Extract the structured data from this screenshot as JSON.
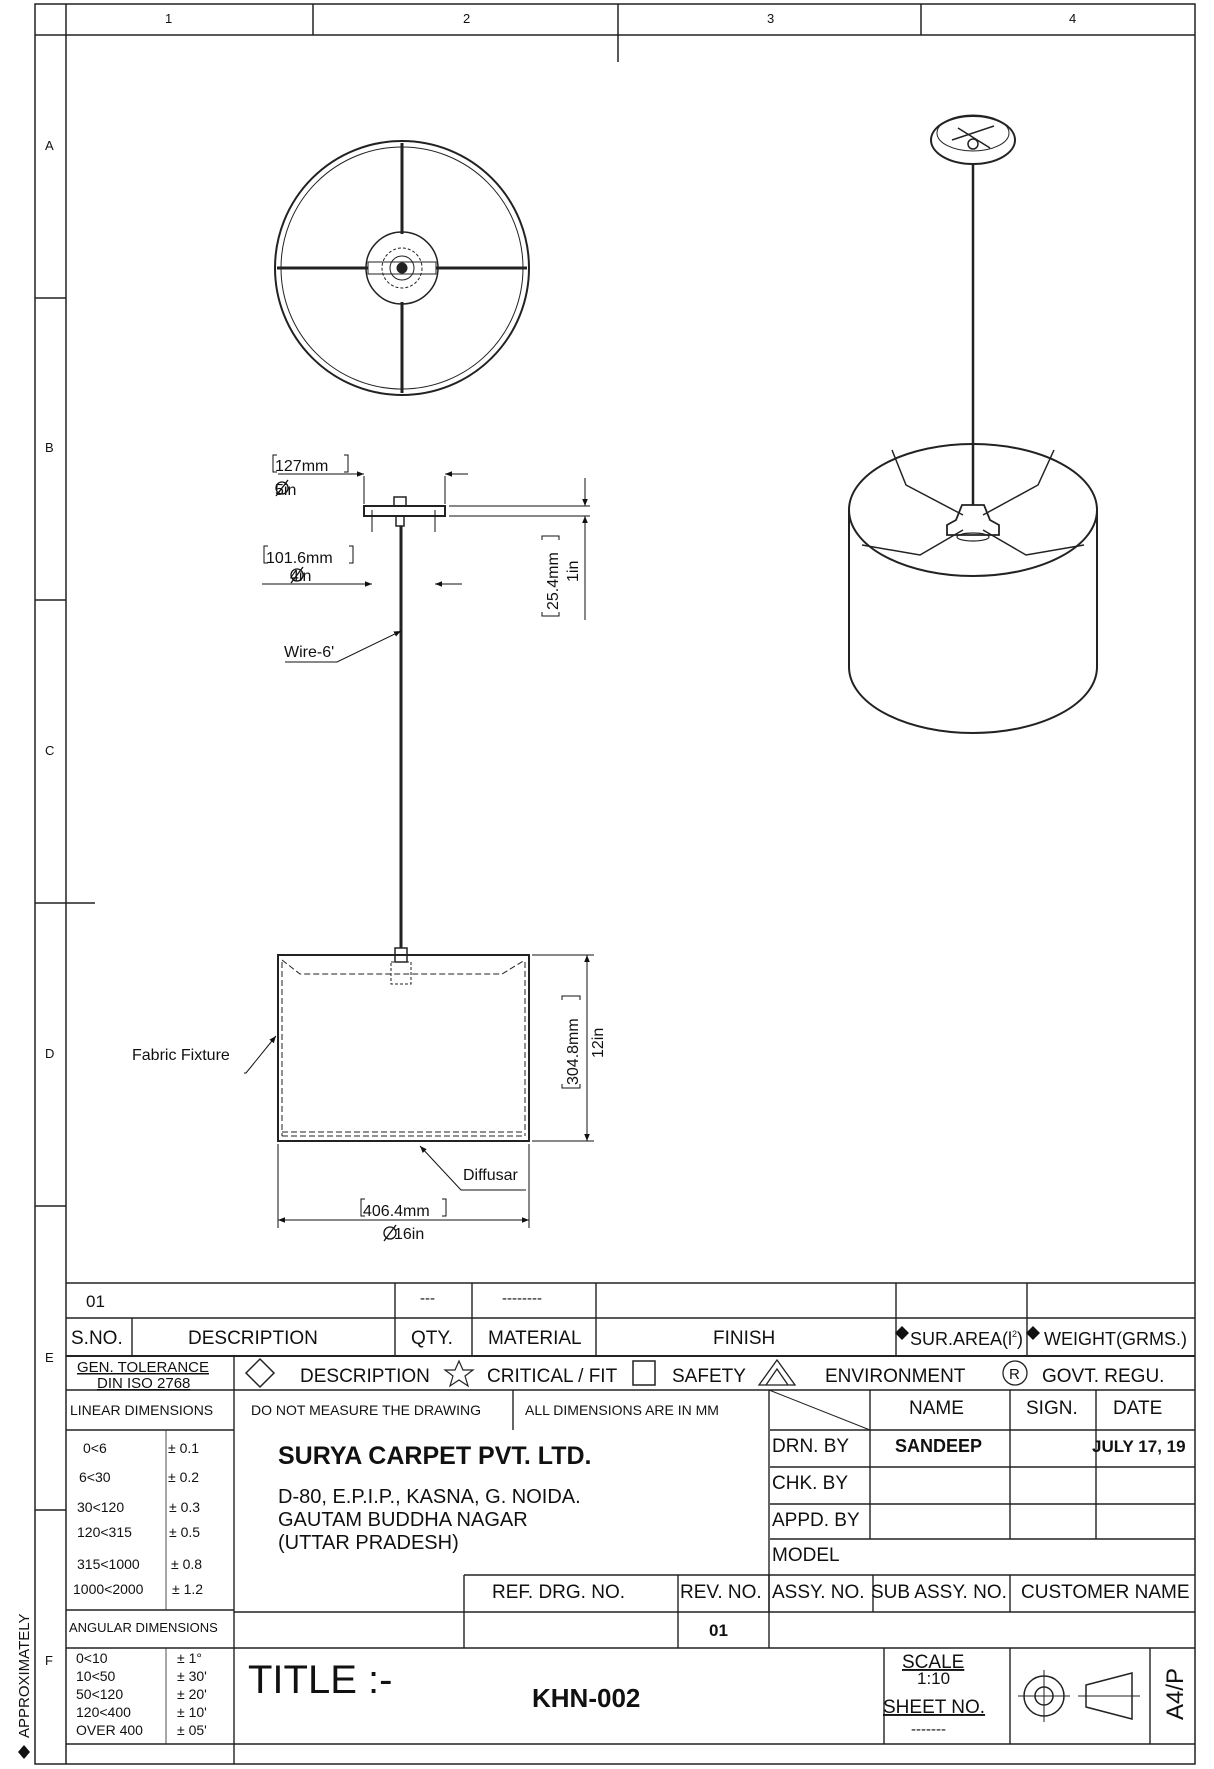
{
  "grid": {
    "columns": [
      "1",
      "2",
      "3",
      "4"
    ],
    "rows": [
      "A",
      "B",
      "C",
      "D",
      "E",
      "F"
    ]
  },
  "margin_note": "APPROXIMATELY",
  "drawing": {
    "dims": {
      "canopy_mm": "127mm",
      "canopy_in": "5in",
      "fitter_mm": "101.6mm",
      "fitter_in": "4in",
      "height_mm": "25.4mm",
      "height_in": "1in",
      "shade_h_mm": "304.8mm",
      "shade_h_in": "12in",
      "shade_d_mm": "406.4mm",
      "shade_d_in": "16in"
    },
    "callouts": {
      "wire": "Wire-6'",
      "fabric": "Fabric Fixture",
      "diffusar": "Diffusar"
    }
  },
  "bom": {
    "row": {
      "sno": "01",
      "qty": "---",
      "material": "--------"
    },
    "headers": {
      "sno": "S.NO.",
      "description": "DESCRIPTION",
      "qty": "QTY.",
      "material": "MATERIAL",
      "finish": "FINISH",
      "sur_area": "SUR.AREA(l",
      "sur_area_sup": "2",
      "sur_area_close": ")",
      "weight": "WEIGHT(GRMS.)"
    }
  },
  "tolerance": {
    "title_line1": "GEN. TOLERANCE",
    "title_line2": "DIN ISO 2768",
    "linear_label": "LINEAR DIMENSIONS",
    "linear": [
      {
        "range": "0<6",
        "tol": "± 0.1"
      },
      {
        "range": "6<30",
        "tol": "± 0.2"
      },
      {
        "range": "30<120",
        "tol": "± 0.3"
      },
      {
        "range": "120<315",
        "tol": "± 0.5"
      },
      {
        "range": "315<1000",
        "tol": "± 0.8"
      },
      {
        "range": "1000<2000",
        "tol": "± 1.2"
      }
    ],
    "angular_label": "ANGULAR DIMENSIONS",
    "angular": [
      {
        "range": "0<10",
        "tol": "± 1°"
      },
      {
        "range": "10<50",
        "tol": "± 30'"
      },
      {
        "range": "50<120",
        "tol": "± 20'"
      },
      {
        "range": "120<400",
        "tol": "± 10'"
      },
      {
        "range": "OVER 400",
        "tol": "± 05'"
      }
    ]
  },
  "legend": {
    "description": "DESCRIPTION",
    "critical": "CRITICAL / FIT",
    "safety": "SAFETY",
    "environment": "ENVIRONMENT",
    "govt": "GOVT. REGU.",
    "r_symbol": "R"
  },
  "notes": {
    "no_measure": "DO NOT MEASURE THE DRAWING",
    "units": "ALL DIMENSIONS ARE IN MM"
  },
  "company": {
    "name": "SURYA CARPET PVT. LTD.",
    "address1": "D-80, E.P.I.P., KASNA, G. NOIDA.",
    "address2": "GAUTAM BUDDHA NAGAR",
    "address3": "(UTTAR PRADESH)"
  },
  "signoff": {
    "col_name": "NAME",
    "col_sign": "SIGN.",
    "col_date": "DATE",
    "drn": "DRN. BY",
    "chk": "CHK. BY",
    "appd": "APPD. BY",
    "model": "MODEL",
    "drn_name": "SANDEEP",
    "drn_date": "JULY 17, 19"
  },
  "refs": {
    "ref_drg": "REF. DRG. NO.",
    "rev": "REV. NO.",
    "assy": "ASSY. NO.",
    "sub_assy": "SUB ASSY. NO.",
    "customer": "CUSTOMER NAME",
    "rev_value": "01"
  },
  "title": {
    "label": "TITLE :-",
    "number": "KHN-002",
    "scale_label": "SCALE",
    "scale": "1:10",
    "sheet_label": "SHEET NO.",
    "sheet": "-------",
    "size": "A4/P"
  }
}
